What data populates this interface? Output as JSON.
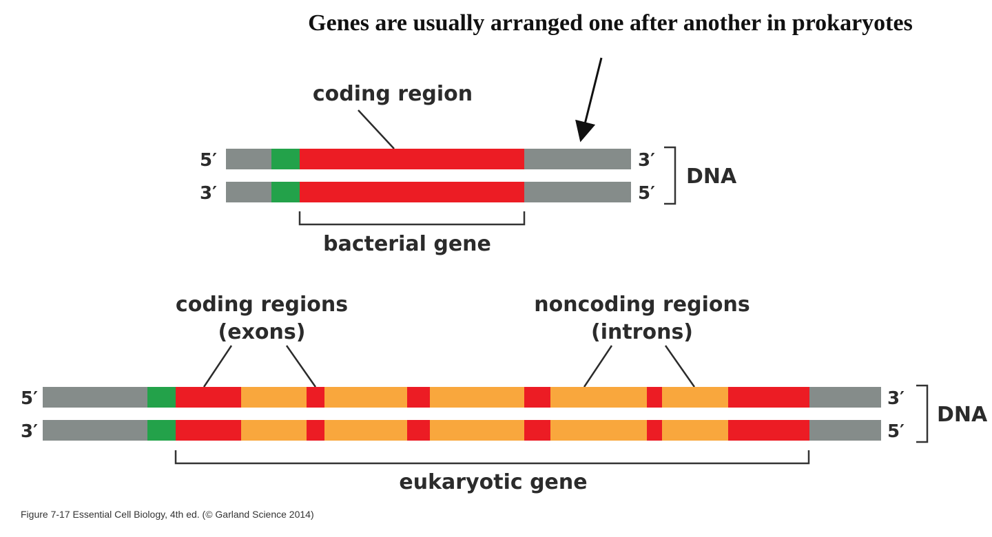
{
  "headline": "Genes are usually arranged one after another in prokaryotes",
  "colors": {
    "flank": "#858c8a",
    "promoter": "#23a24a",
    "coding": "#ec1c24",
    "intron": "#f9a73d",
    "ink": "#2b2b2b"
  },
  "bacterial": {
    "coding_label": "coding region",
    "gene_label": "bacterial gene",
    "dna_label": "DNA",
    "top_left": "5′",
    "top_right": "3′",
    "bottom_left": "3′",
    "bottom_right": "5′",
    "segments": [
      "flank",
      "promoter",
      "coding",
      "flank"
    ]
  },
  "eukaryotic": {
    "exon_label_line1": "coding regions",
    "exon_label_line2": "(exons)",
    "intron_label_line1": "noncoding regions",
    "intron_label_line2": "(introns)",
    "gene_label": "eukaryotic gene",
    "dna_label": "DNA",
    "top_left": "5′",
    "top_right": "3′",
    "bottom_left": "3′",
    "bottom_right": "5′",
    "segments": [
      "flank",
      "promoter",
      "coding",
      "intron",
      "coding",
      "intron",
      "coding",
      "intron",
      "coding",
      "intron",
      "coding",
      "intron",
      "coding",
      "flank"
    ]
  },
  "caption": "Figure 7-17  Essential Cell Biology, 4th ed. (© Garland Science 2014)"
}
